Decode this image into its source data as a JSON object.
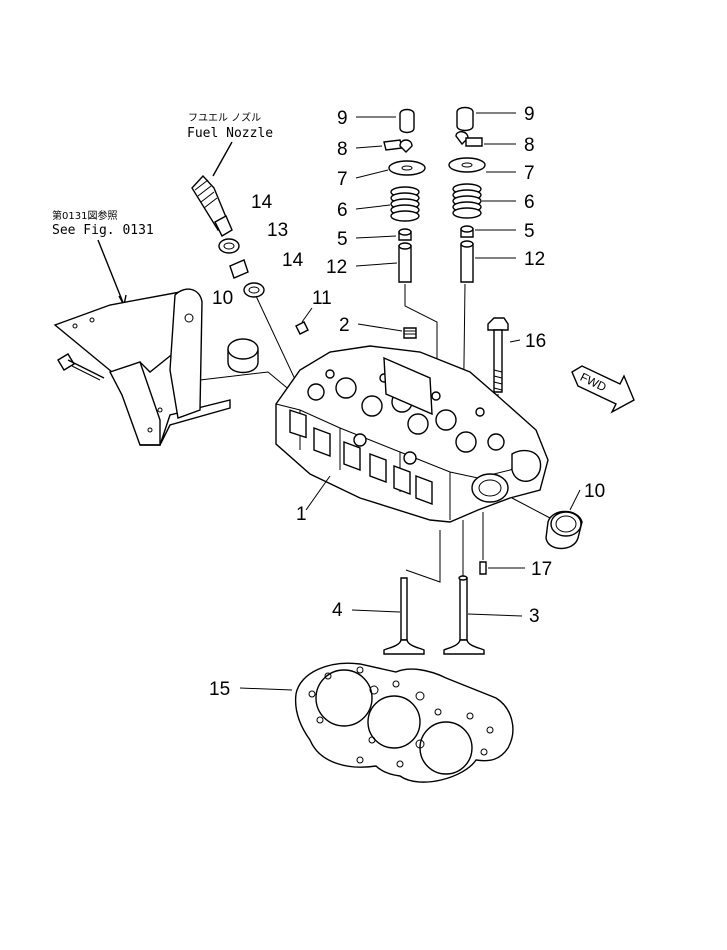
{
  "callouts": {
    "fuel_nozzle_jp": "フユエル ノズル",
    "fuel_nozzle_en": "Fuel Nozzle",
    "see_fig_jp": "第0131図参照",
    "see_fig_en": "See Fig. 0131",
    "fwd": "FWD"
  },
  "parts": {
    "p1": "1",
    "p2": "2",
    "p3": "3",
    "p4": "4",
    "p5l": "5",
    "p5r": "5",
    "p6l": "6",
    "p6r": "6",
    "p7l": "7",
    "p7r": "7",
    "p8l": "8",
    "p8r": "8",
    "p9l": "9",
    "p9r": "9",
    "p10l": "10",
    "p10r": "10",
    "p11": "11",
    "p12l": "12",
    "p12r": "12",
    "p13": "13",
    "p14a": "14",
    "p14b": "14",
    "p15": "15",
    "p16": "16",
    "p17": "17"
  }
}
